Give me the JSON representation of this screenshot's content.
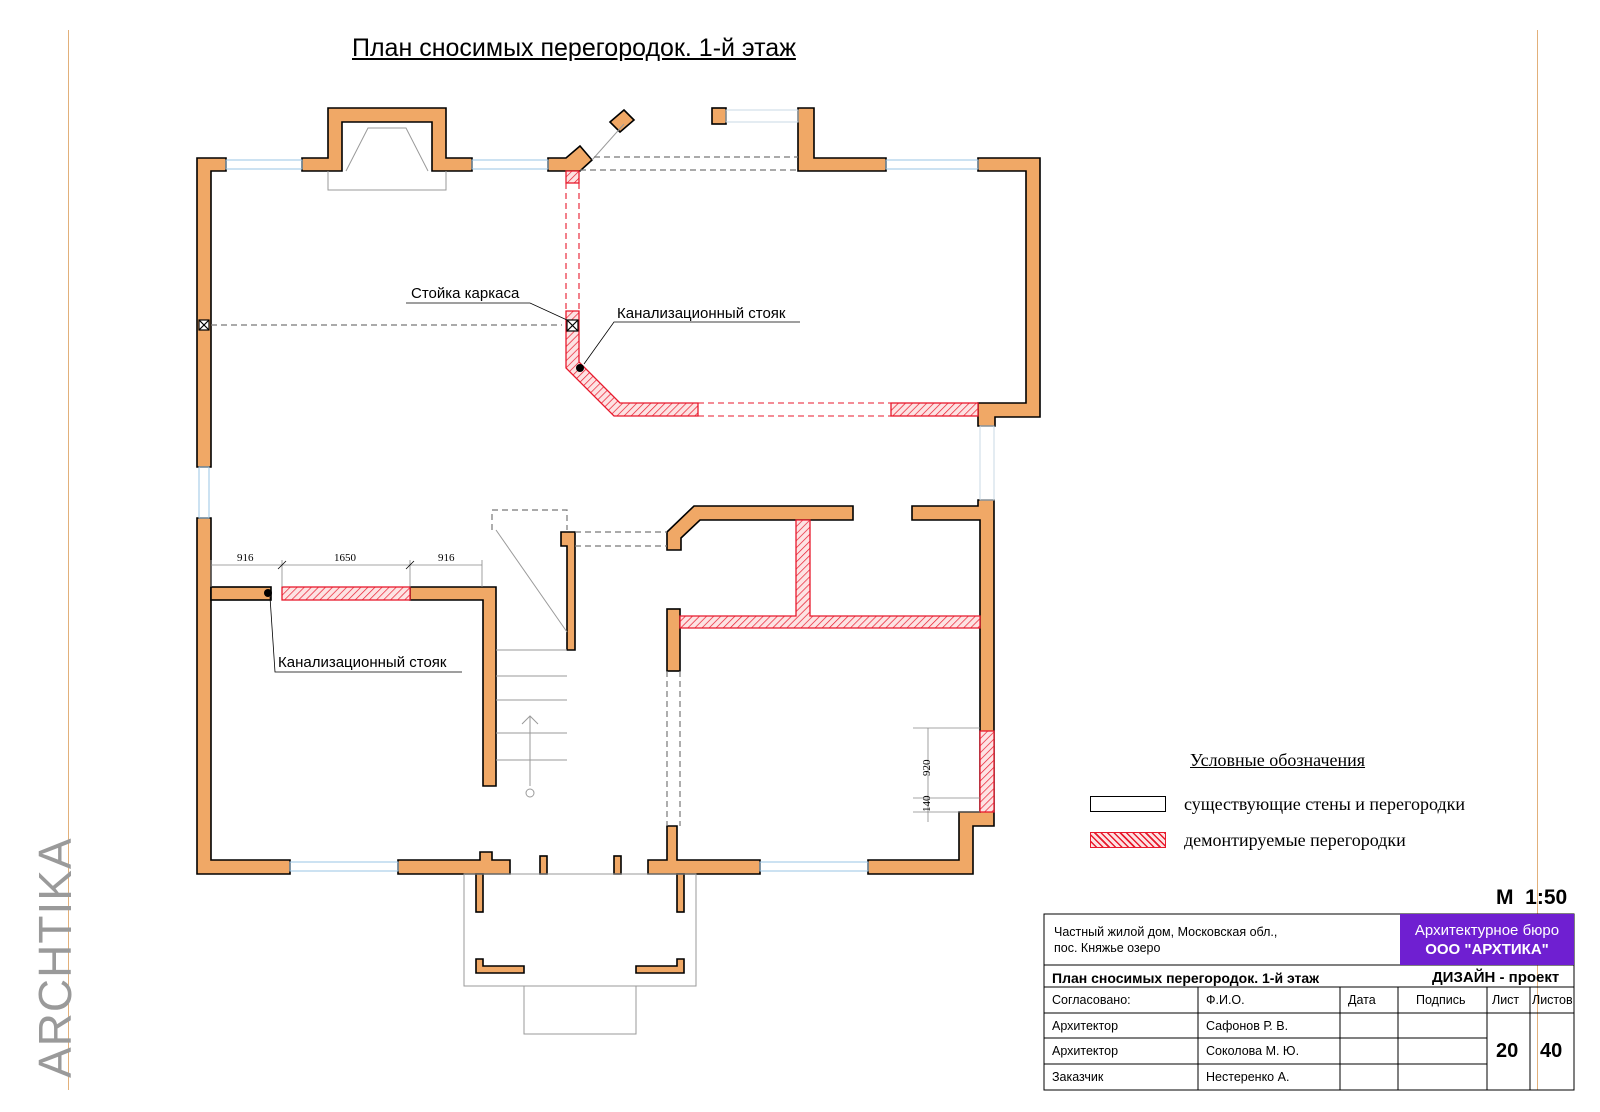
{
  "title": "План сносимых перегородок. 1-й этаж",
  "brand": "ARCHTIKA",
  "labels": {
    "frame_post": "Стойка каркаса",
    "sewer_riser_1": "Канализационный стояк",
    "sewer_riser_2": "Канализационный стояк"
  },
  "dimensions": {
    "d1": "916",
    "d2": "1650",
    "d3": "916",
    "v1": "920",
    "v2": "140"
  },
  "legend": {
    "title": "Условные обозначения",
    "existing": "существующие стены и перегородки",
    "demolished": "демонтируемые перегородки"
  },
  "scale": "М  1:50",
  "title_block": {
    "project_line1": "Частный жилой дом, Московская обл.,",
    "project_line2": "пос. Княжье озеро",
    "firm_line1": "Архитектурное бюро",
    "firm_line2": "ООО \"АРХТИКА\"",
    "sheet_title": "План сносимых перегородок. 1-й этаж",
    "stage": "ДИЗАЙН - проект",
    "col_agreed": "Согласовано:",
    "col_name": "Ф.И.О.",
    "col_date": "Дата",
    "col_sign": "Подпись",
    "col_sheet": "Лист",
    "col_sheets": "Листов",
    "rows": [
      {
        "role": "Архитектор",
        "name": "Сафонов Р. В."
      },
      {
        "role": "Архитектор",
        "name": "Соколова М. Ю."
      },
      {
        "role": "Заказчик",
        "name": "Нестеренко А."
      }
    ],
    "sheet_no": "20",
    "sheets_total": "40"
  },
  "colors": {
    "wall_fill": "#f0a866",
    "demolish": "#e8192c",
    "window": "#4a90c8",
    "firm_bg": "#6f1fd1"
  }
}
